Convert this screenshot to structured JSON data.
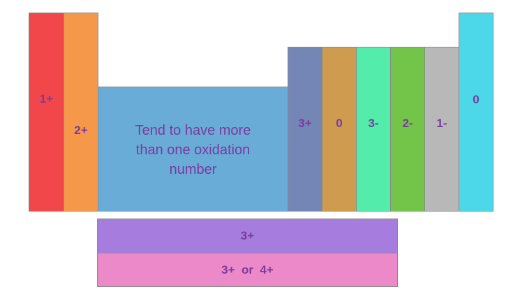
{
  "groups": {
    "group1": {
      "label": "1+",
      "color": "#f2474a"
    },
    "group2": {
      "label": "2+",
      "color": "#f6984a"
    },
    "transition": {
      "line1": "Tend to have more",
      "line2": "than one oxidation",
      "line3": "number",
      "color": "#6aacd8"
    },
    "group13": {
      "label": "3+",
      "color": "#7486b6"
    },
    "group14": {
      "label": "0",
      "color": "#cf9b4e"
    },
    "group15": {
      "label": "3-",
      "color": "#53ecab"
    },
    "group16": {
      "label": "2-",
      "color": "#72c549"
    },
    "group17": {
      "label": "1-",
      "color": "#b8b8b8"
    },
    "group18": {
      "label": "0",
      "color": "#4dd8e9"
    }
  },
  "f_block": {
    "lanthanides": {
      "label": "3+",
      "color": "#a67ddf"
    },
    "actinides": {
      "label": "3+  or  4+",
      "color": "#ec8ac9"
    }
  }
}
